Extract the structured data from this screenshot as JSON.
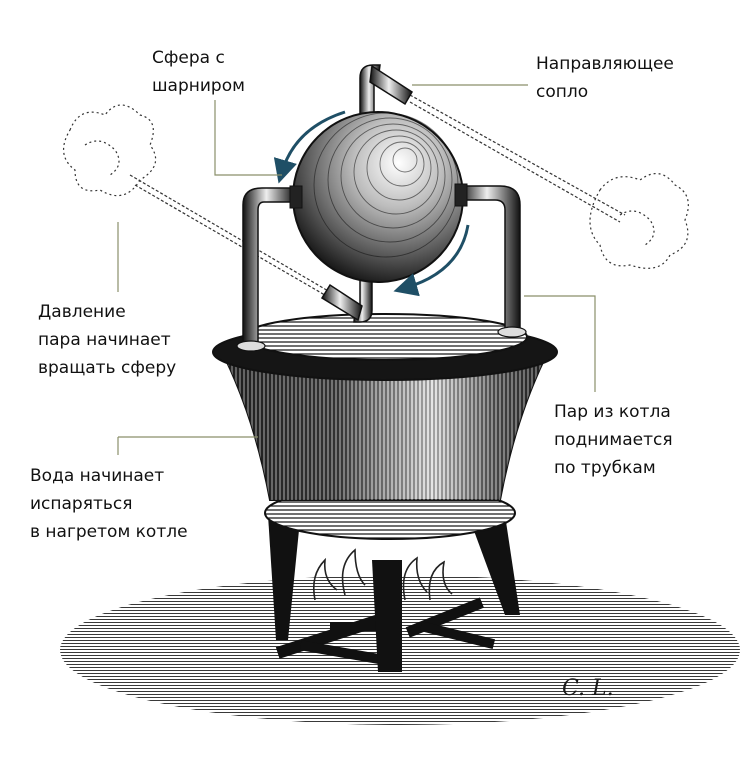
{
  "labels": {
    "sphere_hinge": [
      "Сфера с",
      "шарниром"
    ],
    "guide_nozzle": [
      "Направляющее",
      "сопло"
    ],
    "steam_pressure": [
      "Давление",
      "пара начинает",
      "вращать сферу"
    ],
    "steam_rises": [
      "Пар из котла",
      "поднимается",
      "по трубкам"
    ],
    "water_evaporates": [
      "Вода начинает",
      "испаряться",
      "в нагретом котле"
    ]
  },
  "signature": "C. L.",
  "colors": {
    "leader_line": "#8a8f6a",
    "rotation_arrow": "#1f4f66",
    "ink": "#111111"
  }
}
